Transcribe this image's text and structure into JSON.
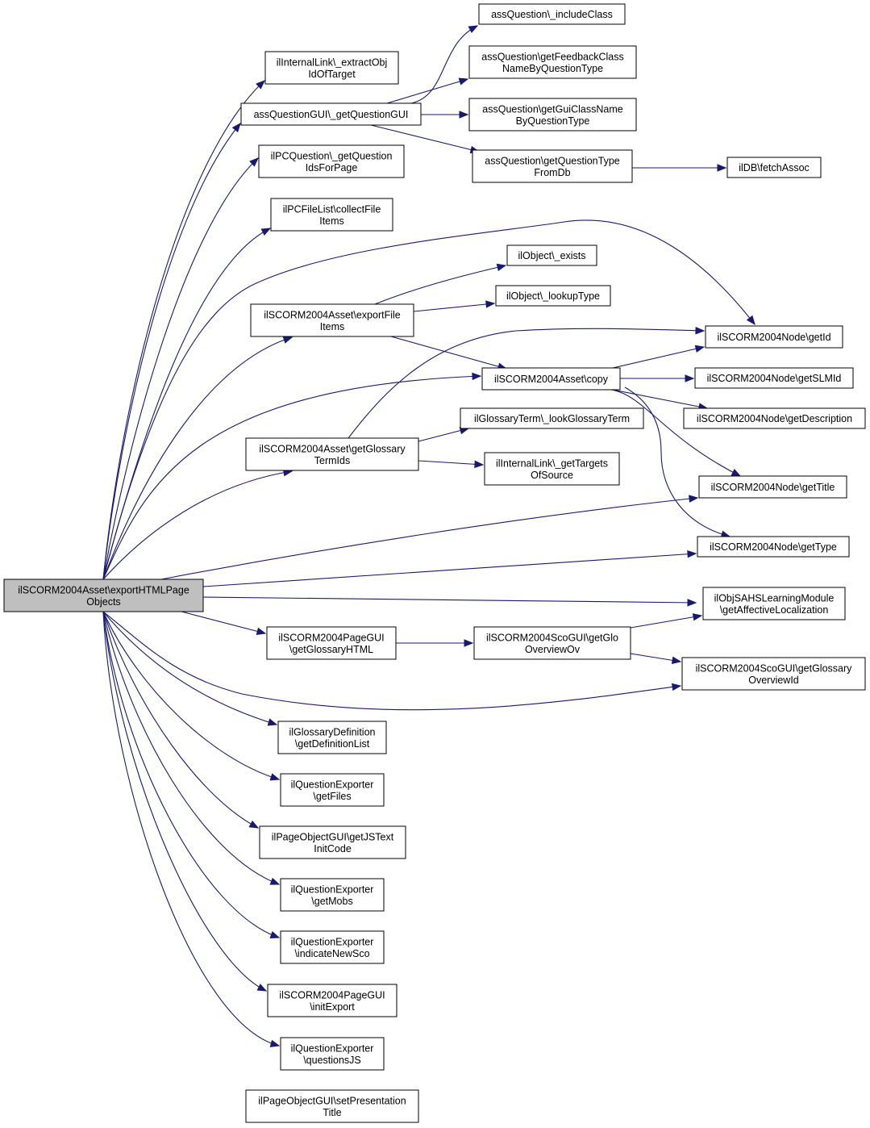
{
  "nodes": [
    {
      "id": "root",
      "lines": [
        "ilSCORM2004Asset\\exportHTMLPage",
        "Objects"
      ],
      "root": true
    },
    {
      "id": "n1",
      "lines": [
        "ilInternalLink\\_extractObj",
        "IdOfTarget"
      ]
    },
    {
      "id": "n2",
      "lines": [
        "assQuestionGUI\\_getQuestionGUI"
      ]
    },
    {
      "id": "n3",
      "lines": [
        "assQuestion\\_includeClass"
      ]
    },
    {
      "id": "n4",
      "lines": [
        "assQuestion\\getFeedbackClass",
        "NameByQuestionType"
      ]
    },
    {
      "id": "n5",
      "lines": [
        "assQuestion\\getGuiClassName",
        "ByQuestionType"
      ]
    },
    {
      "id": "n6",
      "lines": [
        "assQuestion\\getQuestionType",
        "FromDb"
      ]
    },
    {
      "id": "n7",
      "lines": [
        "ilDB\\fetchAssoc"
      ]
    },
    {
      "id": "n8",
      "lines": [
        "ilPCQuestion\\_getQuestion",
        "IdsForPage"
      ]
    },
    {
      "id": "n9",
      "lines": [
        "ilPCFileList\\collectFile",
        "Items"
      ]
    },
    {
      "id": "n10",
      "lines": [
        "ilObject\\_exists"
      ]
    },
    {
      "id": "n11",
      "lines": [
        "ilSCORM2004Asset\\exportFile",
        "Items"
      ]
    },
    {
      "id": "n12",
      "lines": [
        "ilObject\\_lookupType"
      ]
    },
    {
      "id": "n13",
      "lines": [
        "ilSCORM2004Node\\getId"
      ]
    },
    {
      "id": "n14",
      "lines": [
        "ilSCORM2004Asset\\copy"
      ]
    },
    {
      "id": "n15",
      "lines": [
        "ilSCORM2004Node\\getSLMId"
      ]
    },
    {
      "id": "n16",
      "lines": [
        "ilSCORM2004Node\\getDescription"
      ]
    },
    {
      "id": "n17",
      "lines": [
        "ilGlossaryTerm\\_lookGlossaryTerm"
      ]
    },
    {
      "id": "n18",
      "lines": [
        "ilSCORM2004Asset\\getGlossary",
        "TermIds"
      ]
    },
    {
      "id": "n19",
      "lines": [
        "ilInternalLink\\_getTargets",
        "OfSource"
      ]
    },
    {
      "id": "n20",
      "lines": [
        "ilSCORM2004Node\\getTitle"
      ]
    },
    {
      "id": "n21",
      "lines": [
        "ilSCORM2004Node\\getType"
      ]
    },
    {
      "id": "n22",
      "lines": [
        "ilObjSAHSLearningModule",
        "\\getAffectiveLocalization"
      ]
    },
    {
      "id": "n23",
      "lines": [
        "ilSCORM2004PageGUI",
        "\\getGlossaryHTML"
      ]
    },
    {
      "id": "n24",
      "lines": [
        "ilSCORM2004ScoGUI\\getGlo",
        "OverviewOv"
      ]
    },
    {
      "id": "n25",
      "lines": [
        "ilSCORM2004ScoGUI\\getGlossary",
        "OverviewId"
      ]
    },
    {
      "id": "n26",
      "lines": [
        "ilGlossaryDefinition",
        "\\getDefinitionList"
      ]
    },
    {
      "id": "n27",
      "lines": [
        "ilQuestionExporter",
        "\\getFiles"
      ]
    },
    {
      "id": "n28",
      "lines": [
        "ilPageObjectGUI\\getJSText",
        "InitCode"
      ]
    },
    {
      "id": "n29",
      "lines": [
        "ilQuestionExporter",
        "\\getMobs"
      ]
    },
    {
      "id": "n30",
      "lines": [
        "ilQuestionExporter",
        "\\indicateNewSco"
      ]
    },
    {
      "id": "n31",
      "lines": [
        "ilSCORM2004PageGUI",
        "\\initExport"
      ]
    },
    {
      "id": "n32",
      "lines": [
        "ilQuestionExporter",
        "\\questionsJS"
      ]
    },
    {
      "id": "n33",
      "lines": [
        "ilPageObjectGUI\\setPresentation",
        "Title"
      ]
    }
  ],
  "edges": [
    {
      "from": "root",
      "to": "n1"
    },
    {
      "from": "root",
      "to": "n2"
    },
    {
      "from": "n2",
      "to": "n3"
    },
    {
      "from": "n2",
      "to": "n4"
    },
    {
      "from": "n2",
      "to": "n5"
    },
    {
      "from": "n2",
      "to": "n6"
    },
    {
      "from": "n6",
      "to": "n7"
    },
    {
      "from": "root",
      "to": "n8"
    },
    {
      "from": "root",
      "to": "n9"
    },
    {
      "from": "root",
      "to": "n13"
    },
    {
      "from": "root",
      "to": "n11"
    },
    {
      "from": "n11",
      "to": "n10"
    },
    {
      "from": "n11",
      "to": "n12"
    },
    {
      "from": "n11",
      "to": "n14"
    },
    {
      "from": "root",
      "to": "n14"
    },
    {
      "from": "n14",
      "to": "n13"
    },
    {
      "from": "n14",
      "to": "n15"
    },
    {
      "from": "n14",
      "to": "n16"
    },
    {
      "from": "n14",
      "to": "n20"
    },
    {
      "from": "n14",
      "to": "n21"
    },
    {
      "from": "root",
      "to": "n18"
    },
    {
      "from": "n18",
      "to": "n13"
    },
    {
      "from": "n18",
      "to": "n17"
    },
    {
      "from": "n18",
      "to": "n19"
    },
    {
      "from": "root",
      "to": "n20"
    },
    {
      "from": "root",
      "to": "n21"
    },
    {
      "from": "root",
      "to": "n22"
    },
    {
      "from": "root",
      "to": "n23"
    },
    {
      "from": "n23",
      "to": "n24"
    },
    {
      "from": "n24",
      "to": "n22"
    },
    {
      "from": "n24",
      "to": "n25"
    },
    {
      "from": "root",
      "to": "n25"
    },
    {
      "from": "root",
      "to": "n26"
    },
    {
      "from": "root",
      "to": "n27"
    },
    {
      "from": "root",
      "to": "n28"
    },
    {
      "from": "root",
      "to": "n29"
    },
    {
      "from": "root",
      "to": "n30"
    },
    {
      "from": "root",
      "to": "n31"
    },
    {
      "from": "root",
      "to": "n32"
    },
    {
      "from": "root",
      "to": "n33"
    }
  ]
}
